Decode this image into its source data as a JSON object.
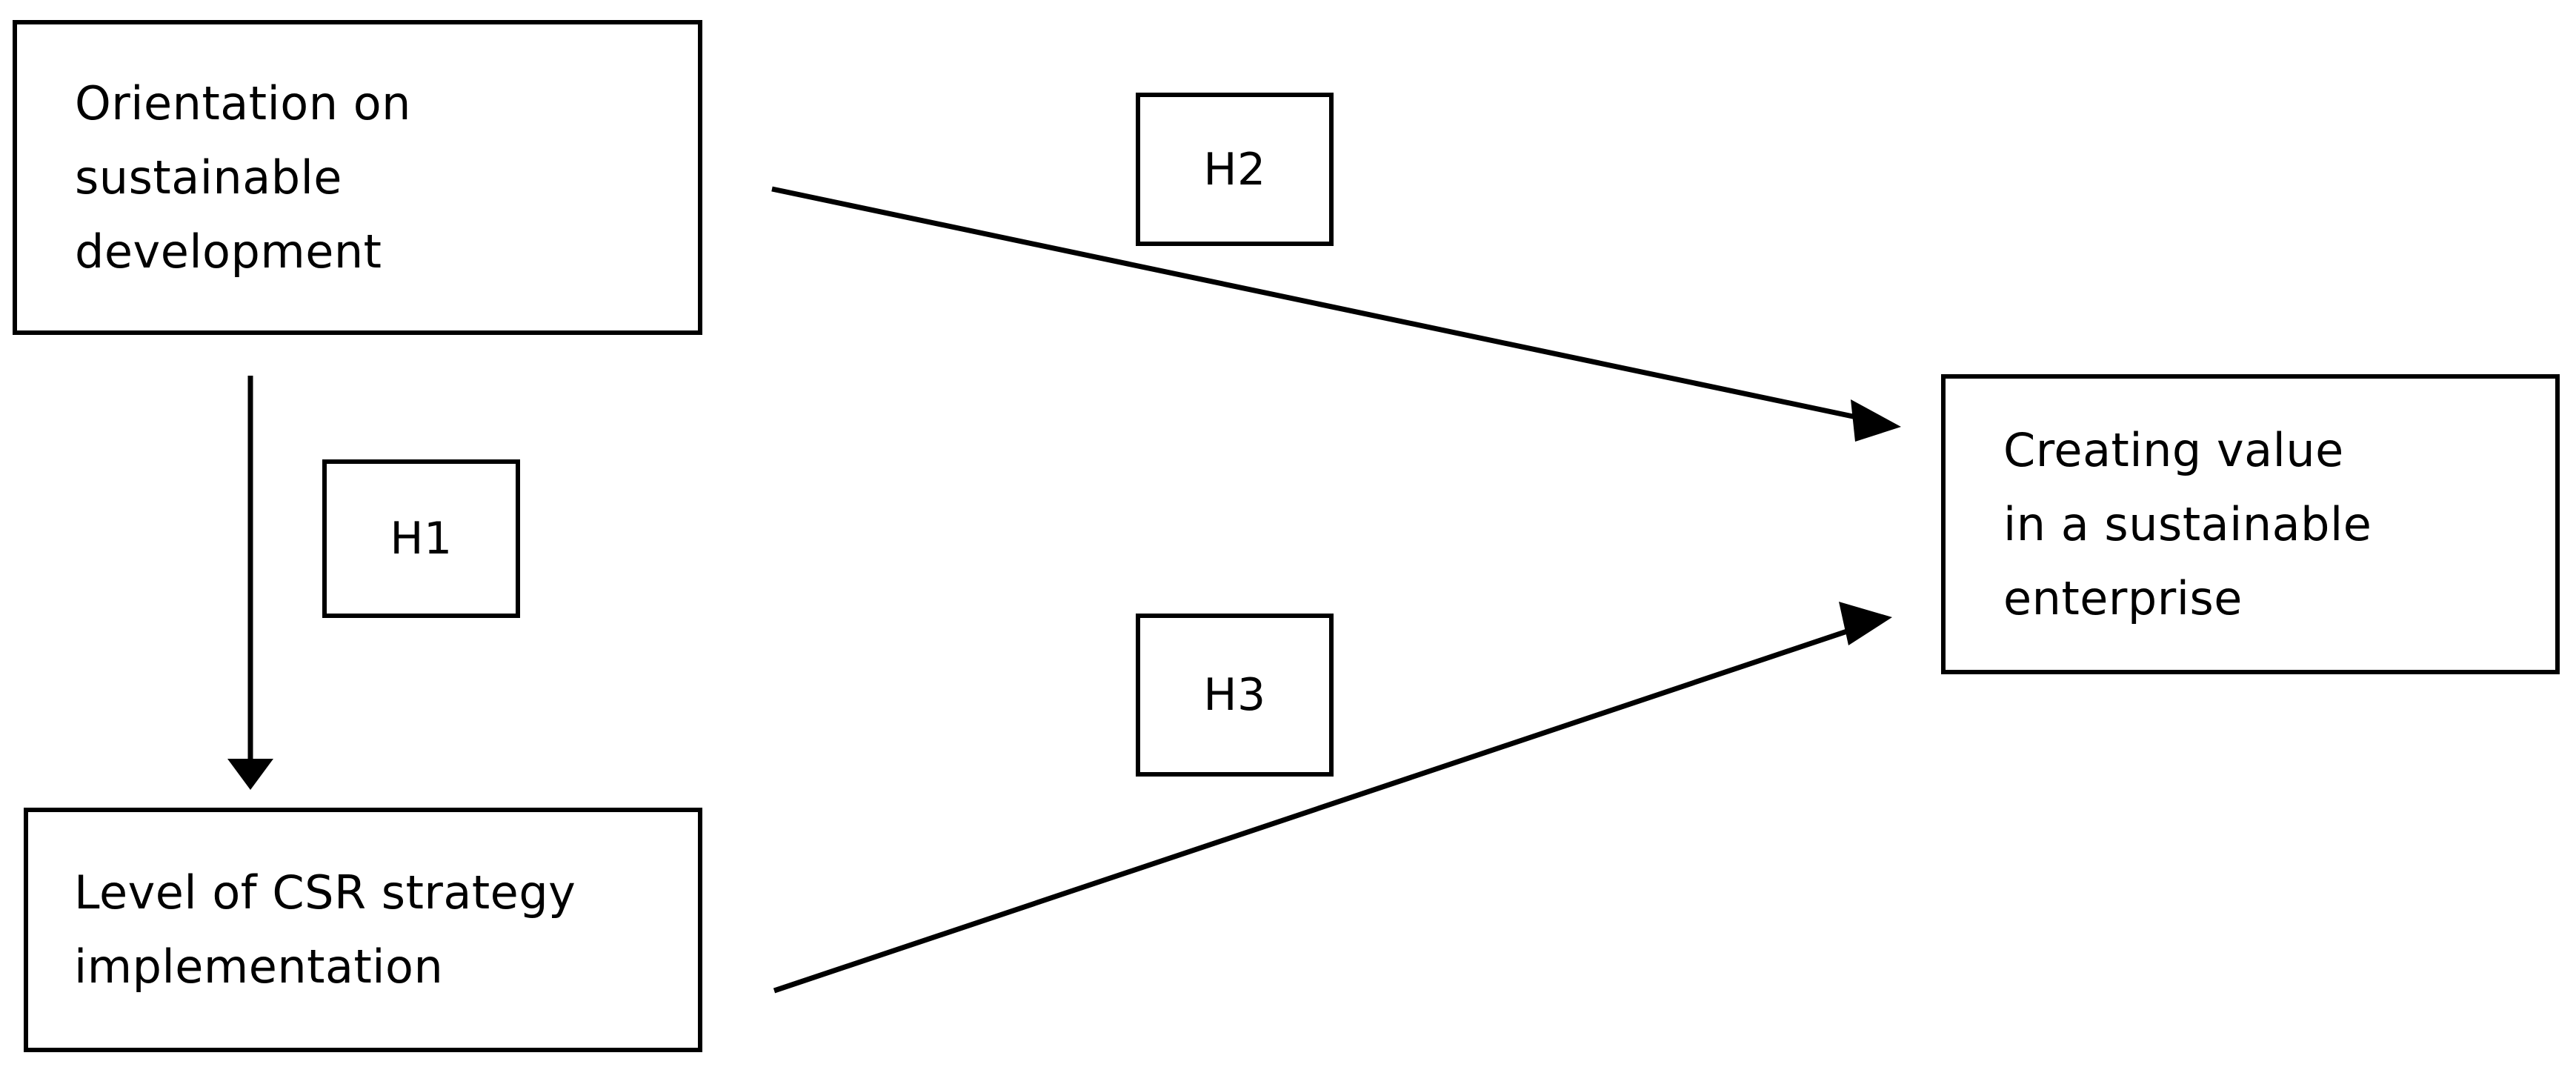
{
  "diagram": {
    "type": "conceptual-research-model",
    "background_color": "#ffffff",
    "line_color": "#000000",
    "text_color": "#000000",
    "nodes": [
      {
        "id": "orientation",
        "label": "Orientation on\nsustainable\ndevelopment"
      },
      {
        "id": "csr",
        "label": "Level of CSR strategy\nimplementation"
      },
      {
        "id": "value",
        "label": "Creating value\nin a sustainable\nenterprise"
      }
    ],
    "hypotheses": [
      {
        "id": "h1",
        "label": "H1"
      },
      {
        "id": "h2",
        "label": "H2"
      },
      {
        "id": "h3",
        "label": "H3"
      }
    ],
    "edges": [
      {
        "id": "edge-h1",
        "hypothesis": "H1",
        "from": "orientation",
        "to": "csr",
        "direction": "down",
        "arrowhead": true
      },
      {
        "id": "edge-h2",
        "hypothesis": "H2",
        "from": "orientation",
        "to": "value",
        "direction": "down-right",
        "arrowhead": true
      },
      {
        "id": "edge-h3",
        "hypothesis": "H3",
        "from": "csr",
        "to": "value",
        "direction": "up-right",
        "arrowhead": true
      }
    ]
  }
}
